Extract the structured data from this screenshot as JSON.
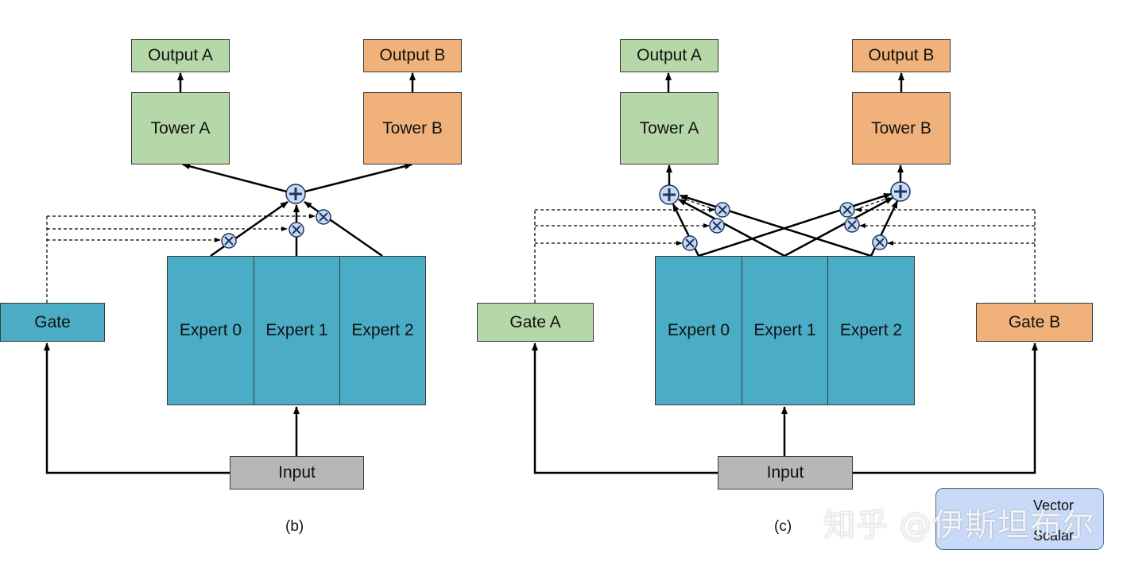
{
  "diagram_b": {
    "caption": "(b)",
    "output_a": "Output A",
    "output_b": "Output B",
    "tower_a": "Tower A",
    "tower_b": "Tower B",
    "gate": "Gate",
    "experts": [
      "Expert 0",
      "Expert 1",
      "Expert 2"
    ],
    "input": "Input"
  },
  "diagram_c": {
    "caption": "(c)",
    "output_a": "Output A",
    "output_b": "Output B",
    "tower_a": "Tower A",
    "tower_b": "Tower B",
    "gate_a": "Gate A",
    "gate_b": "Gate B",
    "experts": [
      "Expert 0",
      "Expert 1",
      "Expert 2"
    ],
    "input": "Input"
  },
  "legend": {
    "vector": "Vector",
    "scalar": "Scalar"
  },
  "watermark": "知乎 @伊斯坦布尔",
  "colors": {
    "green": "#b6d7a8",
    "orange": "#f0b27a",
    "teal": "#4bacc6",
    "gray": "#b7b7b7",
    "operator": "#c9daf8",
    "legend_bg": "#c9daf8"
  }
}
